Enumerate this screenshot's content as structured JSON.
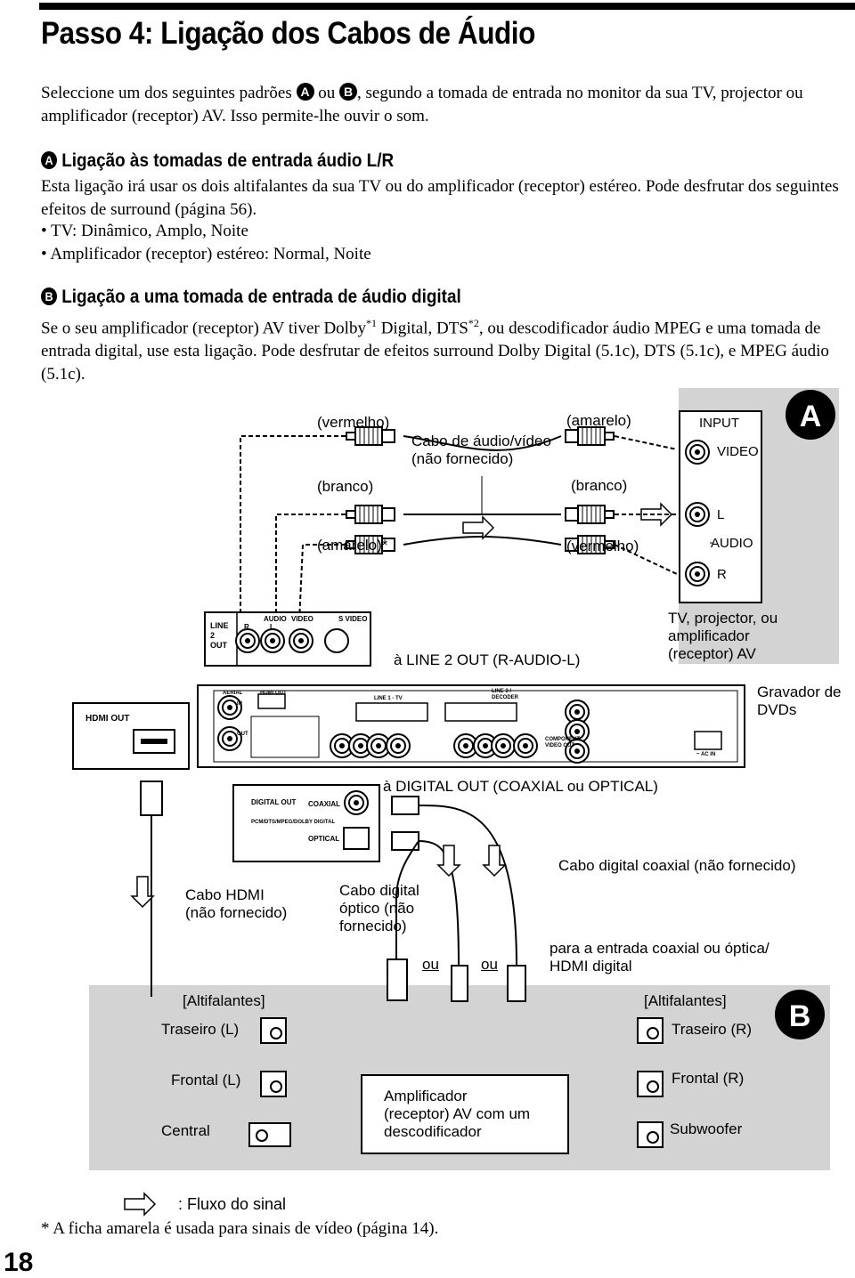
{
  "page": {
    "title": "Passo 4: Ligação dos Cabos de Áudio",
    "intro": [
      "Seleccione um dos seguintes padrões ",
      " ou ",
      ", segundo a tomada de entrada no monitor da sua TV, projector ou amplificador (receptor) AV. Isso permite-lhe ouvir o som."
    ],
    "badge_a": "A",
    "badge_b": "B",
    "section_a": {
      "heading": "Ligação às tomadas de entrada áudio L/R",
      "text": "Esta ligação irá usar os dois altifalantes da sua TV ou do amplificador (receptor) estéreo. Pode desfrutar dos seguintes efeitos de surround (página 56).",
      "bullets": [
        "• TV: Dinâmico, Amplo, Noite",
        "• Amplificador (receptor) estéreo: Normal, Noite"
      ]
    },
    "section_b": {
      "heading": "Ligação a uma tomada de entrada de áudio digital",
      "text_parts": [
        "Se o seu amplificador (receptor) AV tiver Dolby",
        "*1",
        " Digital, DTS",
        "*2",
        ", ou descodificador áudio MPEG e uma tomada de entrada digital, use esta ligação. Pode desfrutar de efeitos surround Dolby Digital (5.1c), DTS (5.1c), e MPEG áudio (5.1c)."
      ]
    },
    "legend": ": Fluxo do sinal",
    "footnote": "* A ficha amarela é usada para sinais de vídeo (página 14).",
    "page_number": "18"
  },
  "diagram": {
    "panel_a_letter": "A",
    "panel_b_letter": "B",
    "vermelho_top": "(vermelho)",
    "branco_left": "(branco)",
    "amarelo_star": "(amarelo)*",
    "amarelo_right": "(amarelo)",
    "branco_right": "(branco)",
    "vermelho_right": "(vermelho)",
    "av_cable": "Cabo de áudio/vídeo\n(não fornecido)",
    "input": "INPUT",
    "video": "VIDEO",
    "l": "L",
    "audio": "AUDIO",
    "r": "R",
    "tv_label": "TV, projector, ou\namplificador\n(receptor) AV",
    "line2out": "à LINE 2 OUT (R-AUDIO-L)",
    "gravador": "Gravador de\nDVDs",
    "digital_out_label": "à DIGITAL OUT (COAXIAL ou OPTICAL)",
    "hdmi_cable": "Cabo HDMI\n(não fornecido)",
    "optical_cable": "Cabo digital\nóptico (não\nfornecido)",
    "coax_cable": "Cabo digital coaxial (não fornecido)",
    "ou1": "ou",
    "ou2": "ou",
    "entrada": "para a entrada coaxial ou óptica/\nHDMI digital",
    "altifalantes_l": "[Altifalantes]",
    "altifalantes_r": "[Altifalantes]",
    "traseiro_l": "Traseiro (L)",
    "traseiro_r": "Traseiro (R)",
    "frontal_l": "Frontal (L)",
    "frontal_r": "Frontal (R)",
    "central": "Central",
    "subwoofer": "Subwoofer",
    "amplifier": "Amplificador\n(receptor) AV com um\ndescodificador",
    "line_panel": {
      "line": "LINE\n2\nOUT",
      "audio": "AUDIO",
      "r": "R",
      "l": "L",
      "video": "VIDEO",
      "svideo": "S VIDEO"
    },
    "hdmi_out": "HDMI OUT",
    "dig_zoom": {
      "digital_out": "DIGITAL OUT",
      "coaxial": "COAXIAL",
      "pcm": "PCM/DTS/MPEG/DOLBY DIGITAL",
      "optical": "OPTICAL"
    },
    "rear": {
      "aerial": "AERIAL",
      "in": "IN",
      "out": "OUT",
      "hdmi": "HDMI OUT",
      "line1": "LINE 1 - TV",
      "line3": "LINE 3 /\nDECODER",
      "ac": "~ AC IN",
      "component": "COMPONENT\nVIDEO OUT"
    }
  }
}
